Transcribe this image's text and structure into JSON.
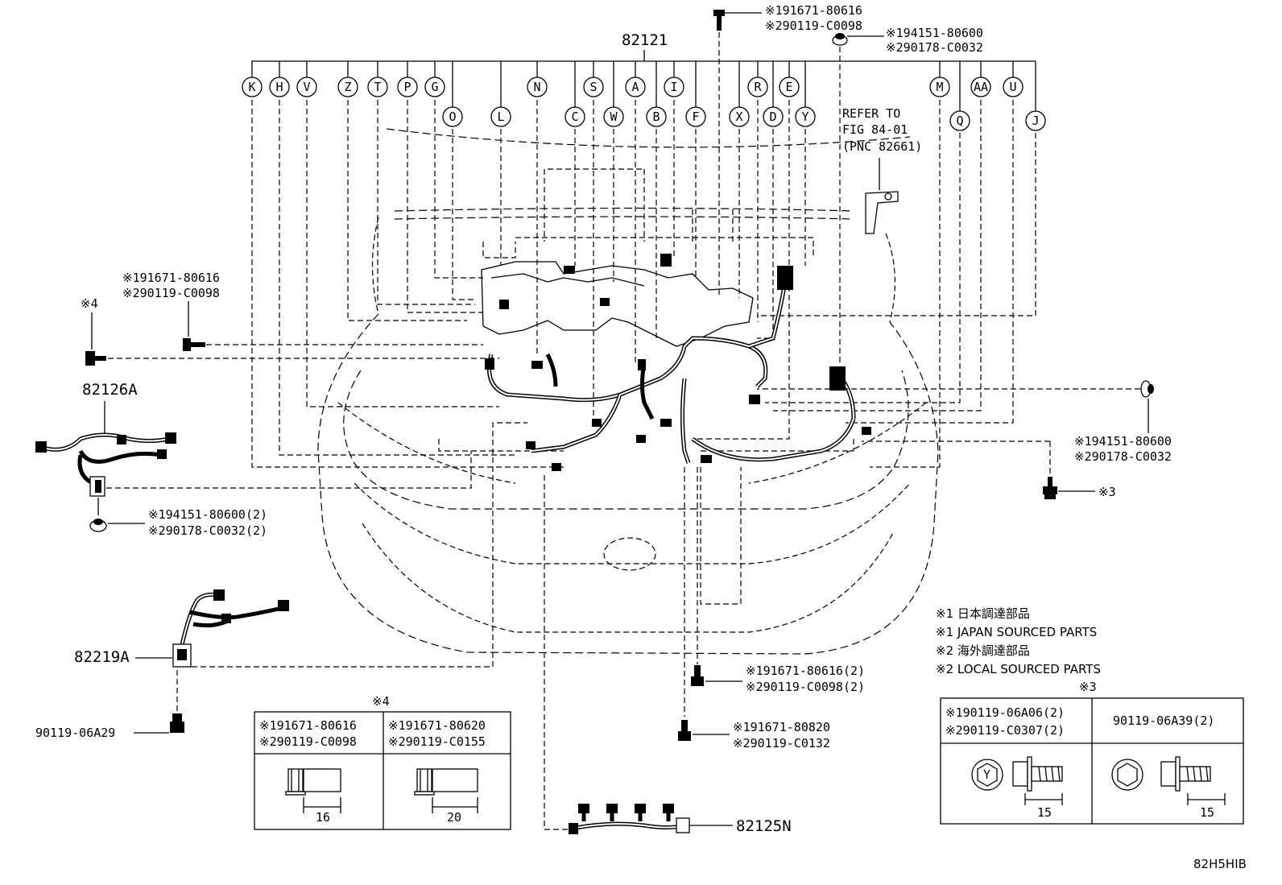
{
  "main_part": "82121",
  "top_letters": [
    "K",
    "H",
    "V",
    "Z",
    "T",
    "P",
    "G",
    "S",
    "A",
    "I",
    "R",
    "E",
    "M",
    "AA",
    "U"
  ],
  "mid_letters": [
    "O",
    "L",
    "N",
    "C",
    "W",
    "B",
    "F",
    "X",
    "D",
    "Y",
    "Q",
    "J"
  ],
  "refer_note": [
    "REFER TO",
    "FIG 84-01",
    "(PNC 82661)"
  ],
  "callouts": {
    "top_bolt": [
      "※191671-80616",
      "※290119-C0098"
    ],
    "top_nut": [
      "※194151-80600",
      "※290178-C0032"
    ],
    "left_bolt": [
      "※191671-80616",
      "※290119-C0098"
    ],
    "left_note4": "※4",
    "right_nut": [
      "※194151-80600",
      "※290178-C0032"
    ],
    "right_note3": "※3",
    "sub_82126A": "82126A",
    "nut_82126A": [
      "※194151-80600(2)",
      "※290178-C0032(2)"
    ],
    "sub_82219A": "82219A",
    "bolt_82219A": "90119-06A29",
    "bottom_bolt1": [
      "※191671-80616(2)",
      "※290119-C0098(2)"
    ],
    "bottom_bolt2": [
      "※191671-80820",
      "※290119-C0132"
    ],
    "sub_82125N": "82125N"
  },
  "legend": [
    "※1 日本調達部品",
    "※1 JAPAN SOURCED PARTS",
    "※2 海外調達部品",
    "※2 LOCAL SOURCED PARTS"
  ],
  "table4": {
    "title": "※4",
    "cols": [
      {
        "p1": "※191671-80616",
        "p2": "※290119-C0098",
        "length": "16"
      },
      {
        "p1": "※191671-80620",
        "p2": "※290119-C0155",
        "length": "20"
      }
    ]
  },
  "table3": {
    "title": "※3",
    "cols": [
      {
        "p1": "※190119-06A06(2)",
        "p2": "※290119-C0307(2)",
        "length": "15",
        "head_mark": "Y"
      },
      {
        "p1": "90119-06A39(2)",
        "p2": "",
        "length": "15",
        "head_mark": ""
      }
    ]
  },
  "figure_id": "82H5HIB"
}
